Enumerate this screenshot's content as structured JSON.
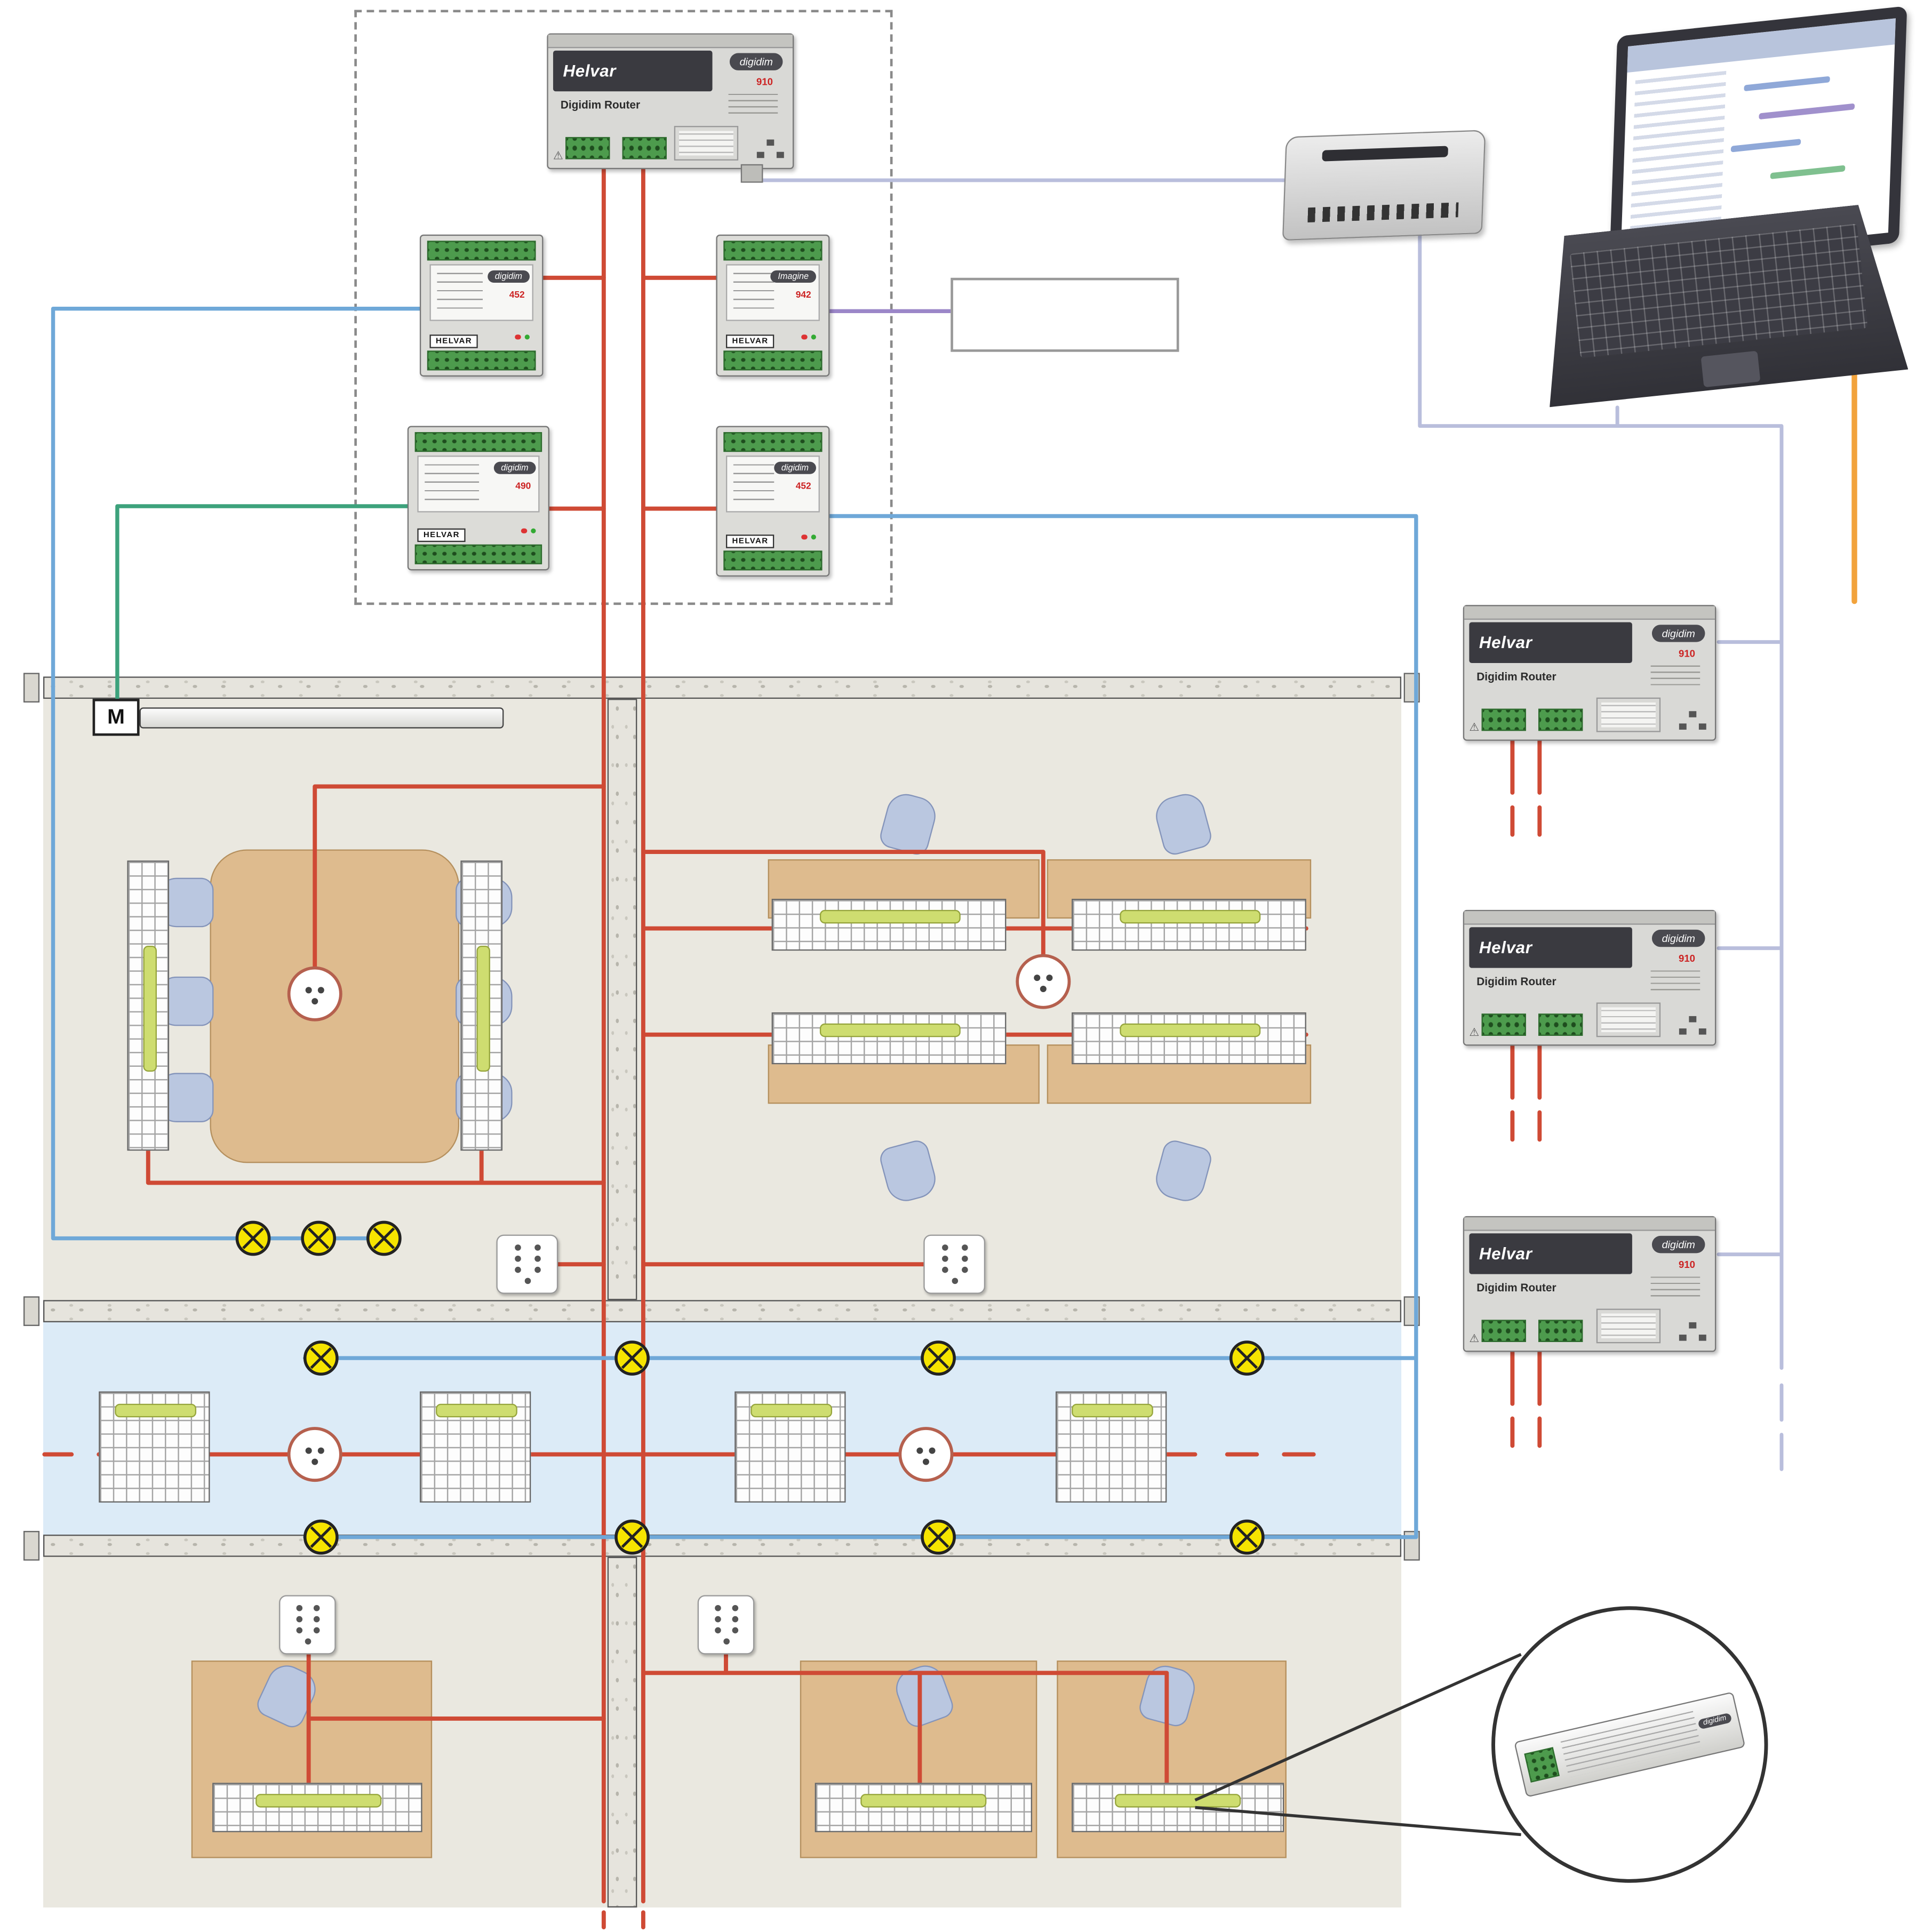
{
  "palette": {
    "dali_red": "#cf4a35",
    "bus_blue": "#6fa8d8",
    "blind_green": "#3da27c",
    "input_purple": "#9b86c8",
    "ethernet_lav": "#b9bedc",
    "usb_orange": "#f2a33c",
    "lamp_yellow": "#f6e400",
    "floor_beige": "#eae8e0",
    "corridor_blue": "#dcebf7",
    "desk_tan": "#debb8e",
    "chair_blue": "#bac7e0",
    "lum_green": "#cedd70"
  },
  "router": {
    "brand": "Helvar",
    "product": "Digidim Router",
    "badge": "digidim",
    "model": "910"
  },
  "modules": {
    "converter_a": {
      "badge": "digidim",
      "model": "452",
      "brand": "HELVAR"
    },
    "input_unit": {
      "badge": "Imagine",
      "model": "942",
      "brand": "HELVAR"
    },
    "blind_controller": {
      "badge": "digidim",
      "model": "490",
      "brand": "HELVAR"
    },
    "converter_b": {
      "badge": "digidim",
      "model": "452",
      "brand": "HELVAR"
    }
  },
  "floor": {
    "motor_label": "M"
  },
  "ballast": {
    "badge": "digidim"
  }
}
